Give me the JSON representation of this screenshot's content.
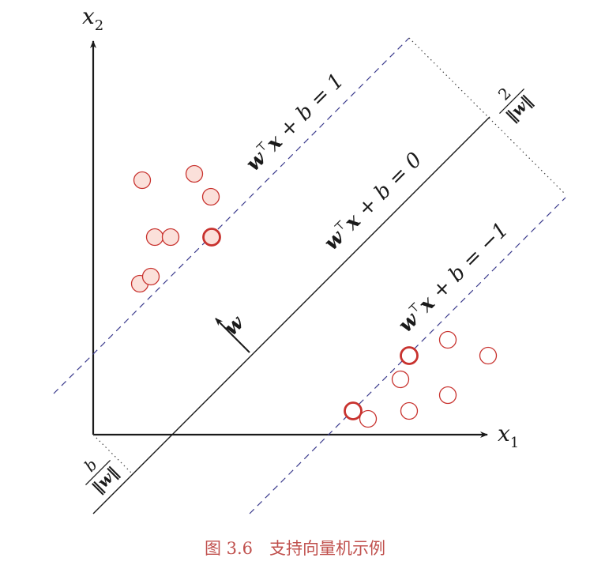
{
  "axes": {
    "x_label": "x",
    "x_sub": "1",
    "y_label": "x",
    "y_sub": "2"
  },
  "equations": {
    "upper": {
      "lhs": "w",
      "t": "⊤",
      "x": "x",
      "rhs": " + b = 1"
    },
    "middle": {
      "lhs": "w",
      "t": "⊤",
      "x": "x",
      "rhs": " + b = 0"
    },
    "lower": {
      "lhs": "w",
      "t": "⊤",
      "x": "x",
      "rhs": " + b = −1"
    }
  },
  "normal_vector_label": "w",
  "margin_label": {
    "num": "2",
    "den": "‖w‖"
  },
  "offset_label": {
    "num": "b",
    "den": "‖w‖"
  },
  "caption": "图 3.6　支持向量机示例",
  "colors": {
    "positive_fill": "#fbe0da",
    "negative_fill": "#ffffff",
    "point_stroke": "#c8322e",
    "margin_line": "#3a3a8c",
    "caption": "#c0504d"
  },
  "chart_data": {
    "type": "scatter",
    "series": [
      {
        "values": [
          [
            180,
            228
          ],
          [
            246,
            220
          ],
          [
            267,
            249
          ],
          [
            196,
            300
          ],
          [
            216,
            300
          ],
          [
            268,
            300
          ],
          [
            177,
            359
          ],
          [
            191,
            350
          ]
        ],
        "support_vector_index": 5
      },
      {
        "values": [
          [
            567,
            430
          ],
          [
            618,
            450
          ],
          [
            518,
            450
          ],
          [
            507,
            480
          ],
          [
            567,
            500
          ],
          [
            518,
            520
          ],
          [
            447,
            520
          ],
          [
            466,
            530
          ]
        ],
        "support_vector_indices": [
          2,
          6
        ]
      }
    ]
  }
}
